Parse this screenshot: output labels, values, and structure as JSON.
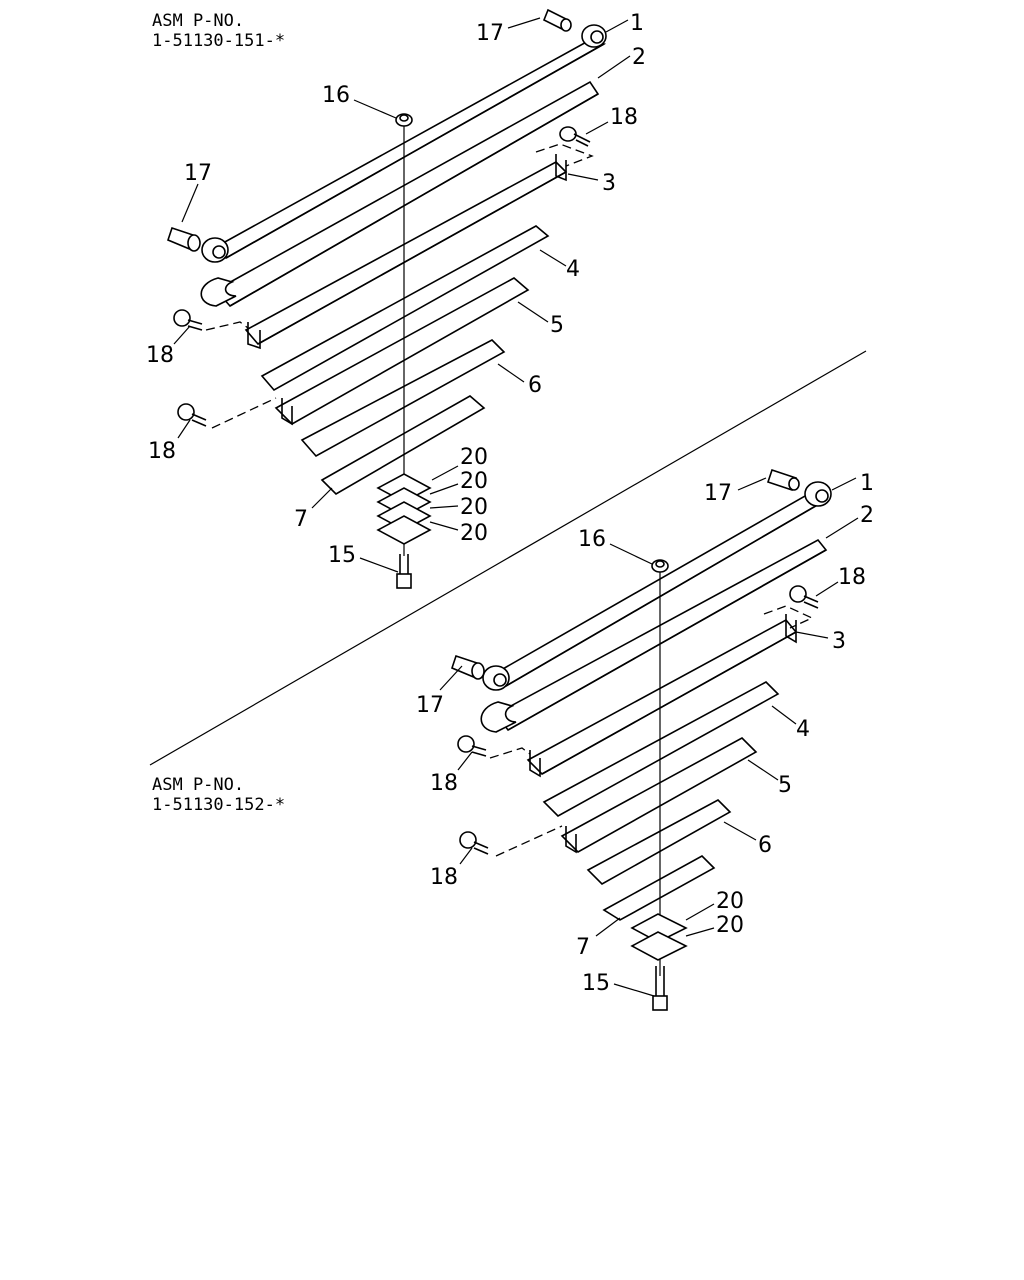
{
  "assemblies": [
    {
      "asm_label": "ASM P-NO.",
      "part_number": "1-51130-151-*",
      "callouts": {
        "c17a": "17",
        "c1": "1",
        "c2": "2",
        "c16": "16",
        "c18a": "18",
        "c3": "3",
        "c17b": "17",
        "c4": "4",
        "c18b": "18",
        "c5": "5",
        "c6": "6",
        "c18c": "18",
        "c20a": "20",
        "c20b": "20",
        "c20c": "20",
        "c20d": "20",
        "c7": "7",
        "c15": "15"
      }
    },
    {
      "asm_label": "ASM P-NO.",
      "part_number": "1-51130-152-*",
      "callouts": {
        "c17a": "17",
        "c1": "1",
        "c2": "2",
        "c16": "16",
        "c18a": "18",
        "c3": "3",
        "c17b": "17",
        "c4": "4",
        "c18b": "18",
        "c5": "5",
        "c6": "6",
        "c18c": "18",
        "c20a": "20",
        "c20b": "20",
        "c7": "7",
        "c15": "15"
      }
    }
  ]
}
